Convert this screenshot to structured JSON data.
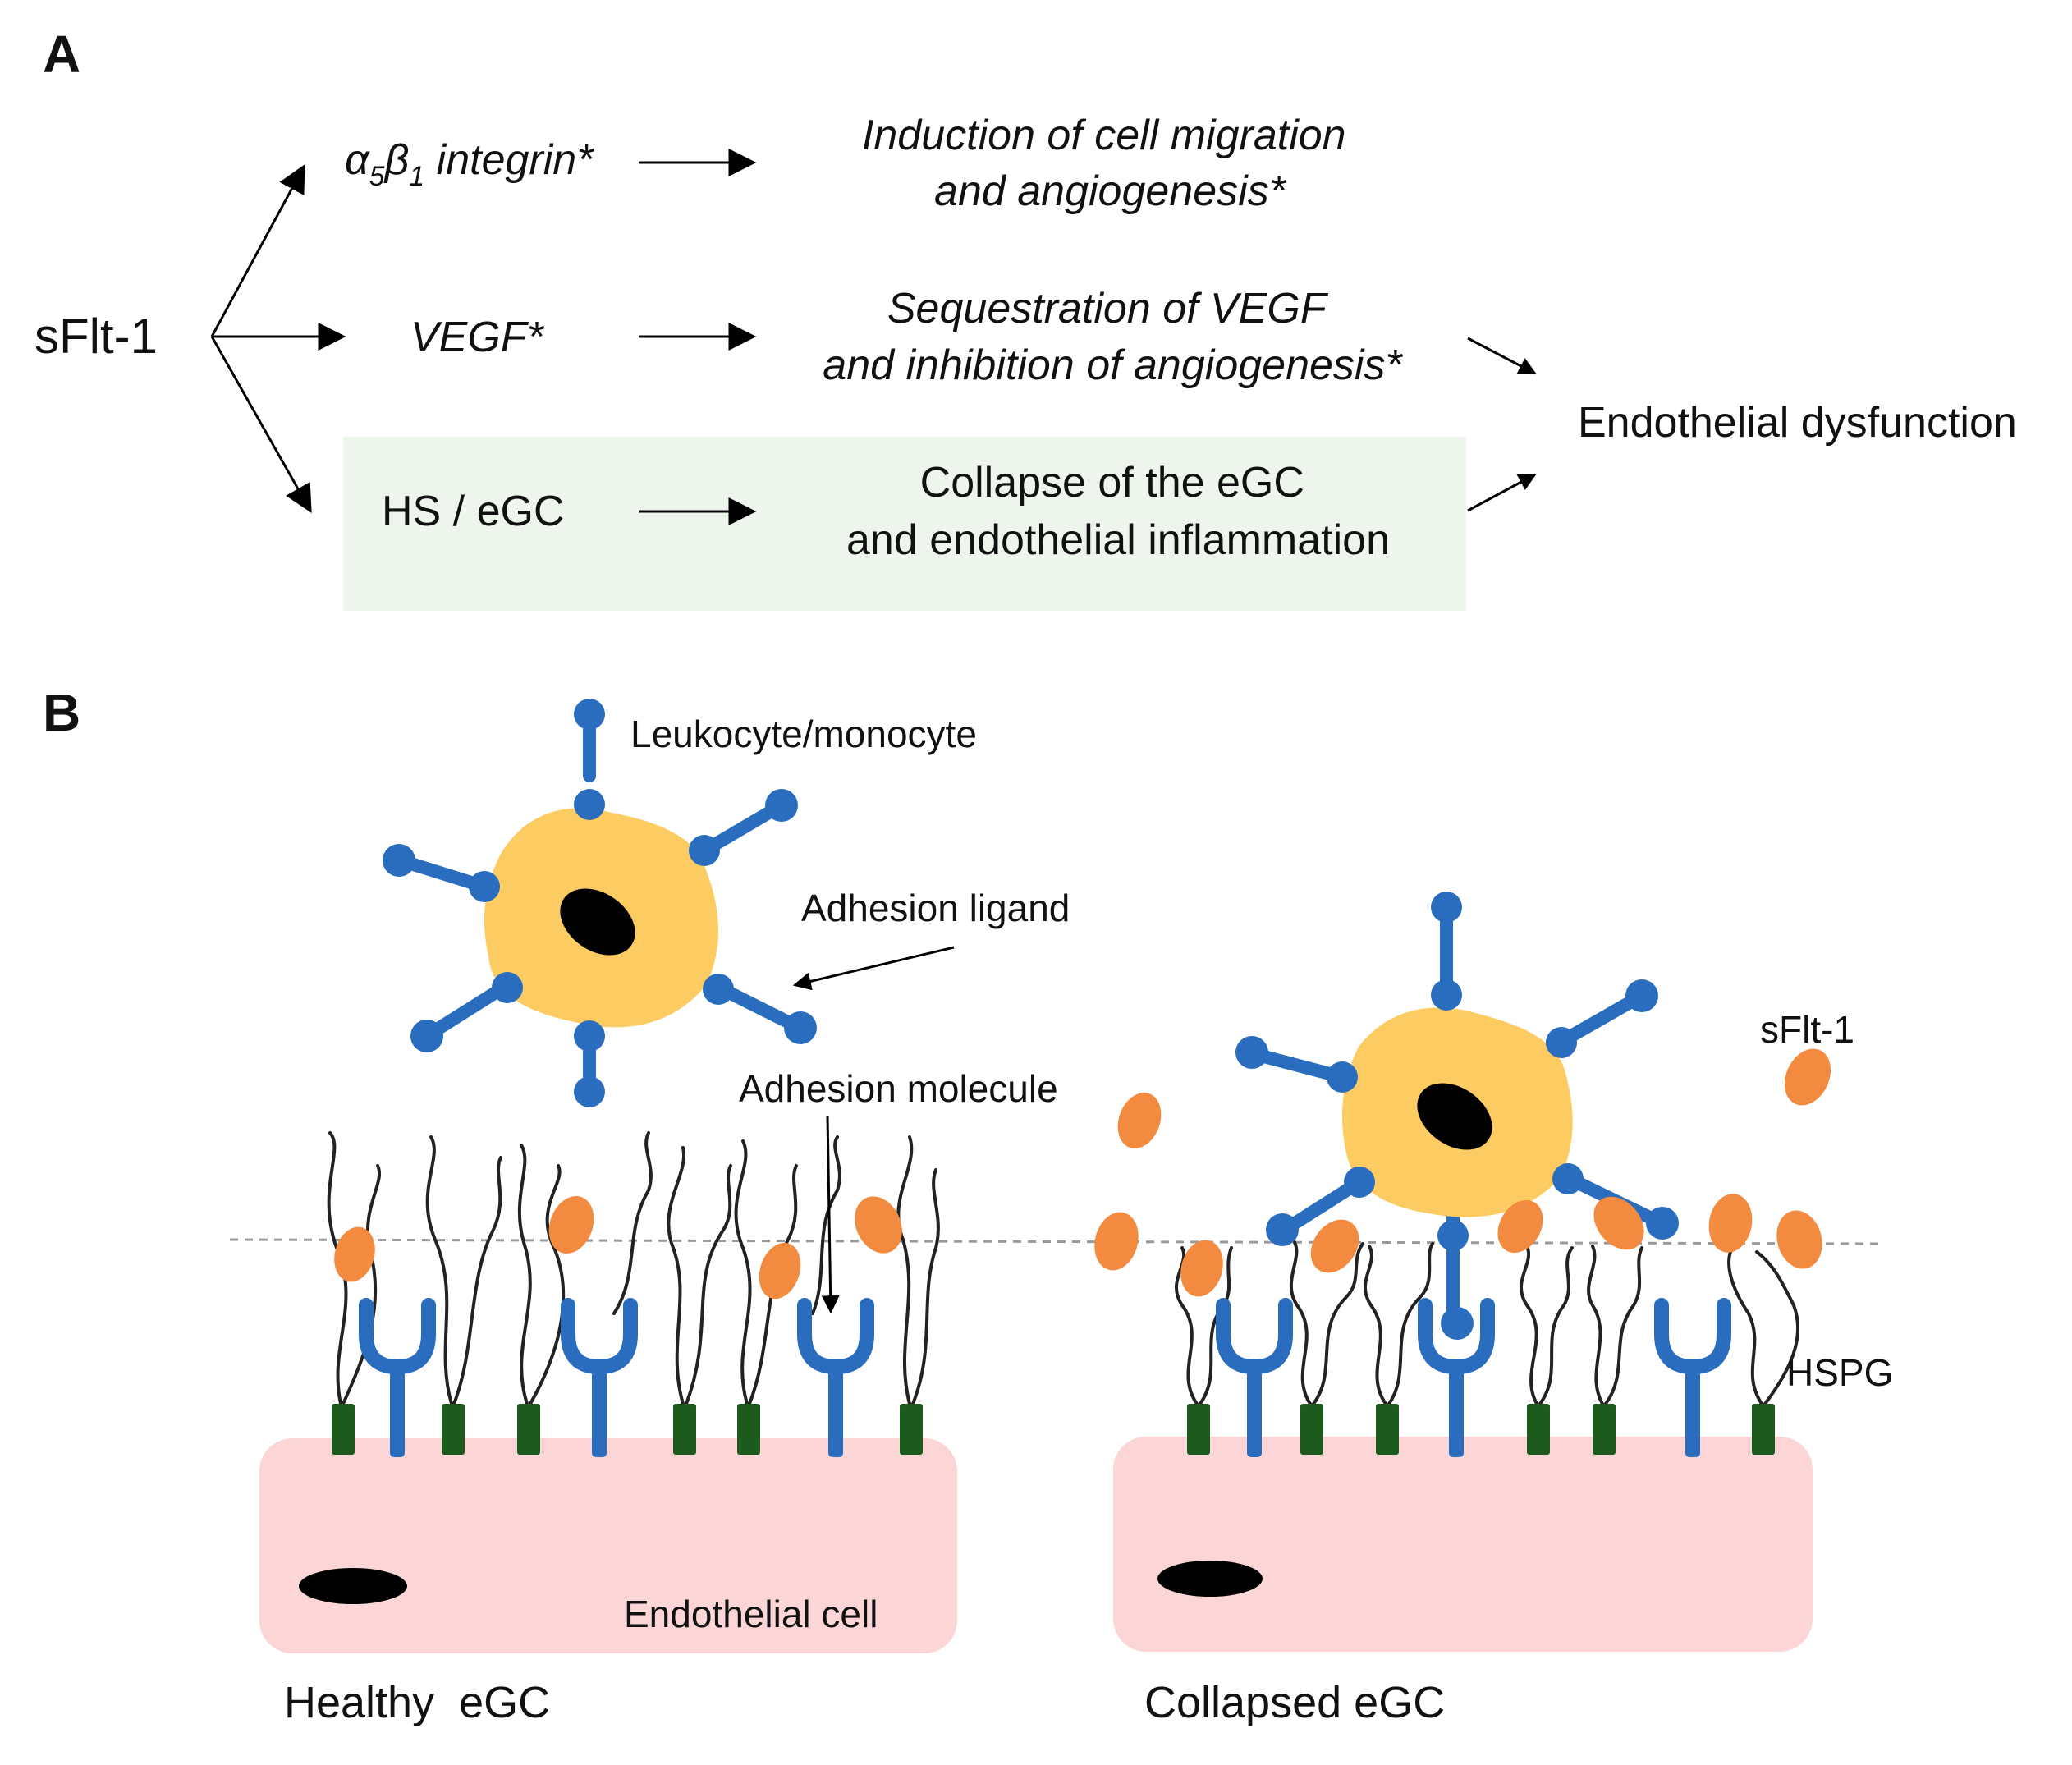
{
  "panel_a": {
    "label": "A",
    "source": "sFlt-1",
    "integrin_sym_alpha": "α",
    "integrin_sub_5": "5",
    "integrin_sym_beta": "β",
    "integrin_sub_1": "1",
    "integrin_rest": " integrin*",
    "vegf": "VEGF*",
    "hs_egc": "HS / eGC",
    "outcome1_line1": "Induction of cell migration",
    "outcome1_line2": "and angiogenesis*",
    "outcome2_line1": "Sequestration of VEGF",
    "outcome2_line2": "and inhibition of angiogenesis*",
    "outcome3_line1": "Collapse of the eGC",
    "outcome3_line2": "and endothelial inflammation",
    "final": "Endothelial dysfunction",
    "highlight_color": "#eef5ec"
  },
  "panel_b": {
    "label": "B",
    "leukocyte": "Leukocyte/monocyte",
    "adhesion_ligand": "Adhesion ligand",
    "adhesion_molecule": "Adhesion molecule",
    "endothelial_cell": "Endothelial cell",
    "healthy": "Healthy  eGC",
    "collapsed": "Collapsed eGC",
    "sflt1": "sFlt-1",
    "hspg": "HSPG",
    "colors": {
      "cell": "#fcd6d6",
      "leukocyte": "#fccb62",
      "receptor": "#2a6dbf",
      "hspg_core": "#1d5a1d",
      "sflt1": "#f28a3f"
    }
  }
}
